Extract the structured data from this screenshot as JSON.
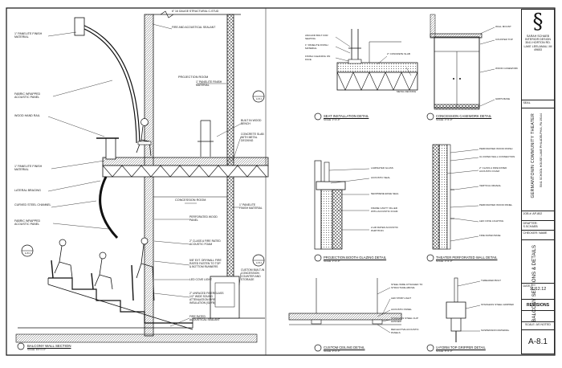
{
  "left_labels": [
    "1\" PANELITE FINISH MATERIAL",
    "FABRIC WRAPPED ACOUSTIC PANEL",
    "WOOD HAND RAIL",
    "1\" PANELITE FINISH MATERIAL",
    "LATERAL BRACING",
    "CURVED STEEL CHANNEL",
    "FABRIC WRAPPED ACOUSTIC PANEL"
  ],
  "center_labels": {
    "stud": "6\" 16 GAUGE STRUCTURAL C-STUD",
    "sealant": "FIRE AND ACOUSTICAL SEALANT",
    "projection_room": "PROJECTION ROOM",
    "panelite": "1\" PANELITE FINISH MATERIAL",
    "bench": "BUILT IN WOOD BENCH",
    "slab": "CONCRETE SLAB WITH METAL DECKING",
    "concession_room": "CONCESSION ROOM",
    "panelite2": "1\" PANELITE FINISH MATERIAL",
    "perforated": "PERFORATED WOOD PANEL",
    "foam": "2\" CLASS A FIRE RATED ACOUSTIC FOAM",
    "drywall": "5/8\" EXT. DRYWALL FIRE RATED FASTEN TO TOP & BOTTOM RUNNERS",
    "led": "LED COVE LIGHT",
    "insulation": "2\" UNFACED FIBERGLASS 1/2\" WIDE SOUND ATTENUATION FIRE INSULATION (SAFB)",
    "fire_sealant": "FIRE RATED ACOUSTICAL SEALANT",
    "counter": "CUSTOM BUILT-IN CONCESSION COUNTER AND STORAGE"
  },
  "callouts": [
    "A-8.1",
    "A-8.1",
    "A-8.1"
  ],
  "detail_titles": [
    {
      "title": "BALCONY WALL SECTION",
      "scale": "SCALE: 3/4\"=1'-0\""
    },
    {
      "title": "SEAT INSTALLATION DETAIL",
      "scale": "SCALE: 1\"=1'-0\""
    },
    {
      "title": "CONCESSION CASEWORK DETAIL",
      "scale": "SCALE: 1\"=1'-0\""
    },
    {
      "title": "PROJECTION BOOTH GLAZING DETAIL",
      "scale": "SCALE: 1\"=1'-0\""
    },
    {
      "title": "THEATER PERFORATED WALL DETAIL",
      "scale": "SCALE: 1\"=1'-0\""
    },
    {
      "title": "CUSTOM CEILING DETAIL",
      "scale": "SCALE: 3\"=1'-0\""
    },
    {
      "title": "U-FORM TOP GRIPPER DETAIL",
      "scale": "SCALE: 6\"=1'-0\""
    }
  ],
  "seat_labels": [
    "ANCHOR BOLT FOR SEATING",
    "1\" PANELITE FINISH MATERIAL",
    "FINISH CLEANING ON FACE",
    "2\" CONCRETE SLAB",
    "METAL DECKING"
  ],
  "casework_labels": [
    "WALL MOUNT",
    "COUNTER TOP",
    "WOOD CASEWORK",
    "GRIPS BASE"
  ],
  "glazing_labels": [
    "LAMINATED GLASS",
    "ACOUSTIC SEAL",
    "NEOPRENE EDGE SEAL",
    "FRAME CAVITY FILLED WITH ACOUSTIC FOAM",
    "2-HR RATED ACOUSTIC PARTITION"
  ],
  "wall_labels": [
    "PERFORATED WOOD FINISH",
    "UL RATED WALL CONNECTION",
    "2\" CLASS A FIRE RATED ACOUSTIC FOAM",
    "VERTICAL REVEAL",
    "PERFORATED WOOD PANEL",
    "LED COVE LIGHTING",
    "FIRE RATED BASE"
  ],
  "ceiling_labels": [
    "STEEL WIRE ATTACHED TO STRUCTURE ABOVE",
    "LED STRIP LIGHT",
    "ACOUSTIC PANEL",
    "STAINLESS STEEL CLIP HANGER",
    "REFLECTIVE ACOUSTIC PANELS"
  ],
  "gripper_labels": [
    "THREADED BOLT",
    "STAINLESS STEEL GRIPPER",
    "SUSPENSION MATERIAL"
  ],
  "title_block": {
    "designer": "SARAH SCHAEB INTERIOR DESIGN",
    "address": "3041 HORTON RD. LAKE LEELANAU, MI 49653",
    "seal": "SEAL",
    "project": "GERMANTOWN COMMUNITY THEATER",
    "project_address": "5041 SCHOOL HOUSE LANE PHILADELPHIA, PA 19144",
    "job": "JOB #: AP-802",
    "drafter": "DRAFTER: S.SCHAEB",
    "checker": "CHECKER: NAME",
    "sheet_title": "BALCONY SECTIONS & DETAILS",
    "date_label": "DATE:",
    "date": "11.12.12",
    "revisions": "REVISIONS",
    "scale": "SCALE: AS NOTED",
    "sheet_number": "A-8.1"
  }
}
